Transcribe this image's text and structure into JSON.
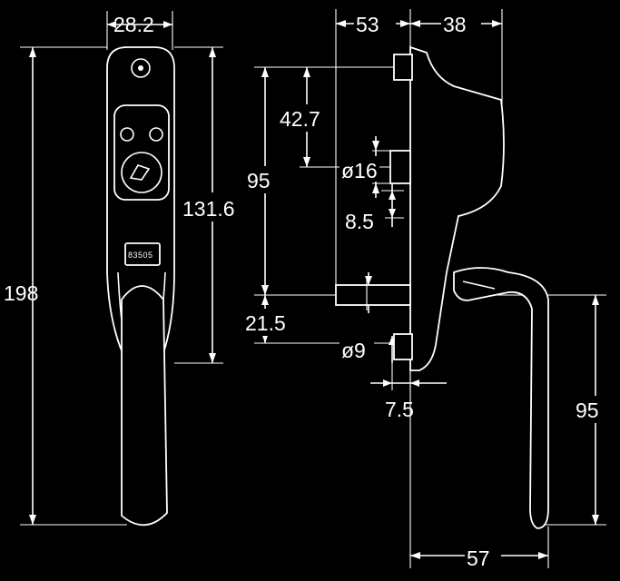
{
  "front_view": {
    "width_top": "28.2",
    "height_total": "198",
    "height_body": "131.6",
    "model_label": "83505"
  },
  "side_view": {
    "depth_left": "53",
    "depth_right": "38",
    "offset_42_7": "42.7",
    "offset_95": "95",
    "diameter_16": "ø16",
    "offset_8_5": "8.5",
    "offset_21_5": "21.5",
    "diameter_9": "ø9",
    "offset_7_5": "7.5",
    "handle_drop_95": "95",
    "handle_reach_57": "57"
  }
}
